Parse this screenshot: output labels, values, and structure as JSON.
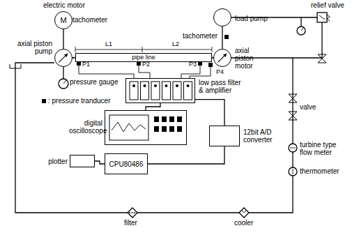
{
  "diagram": {
    "nodes": [
      {
        "text": [
          "electric motor",
          "M"
        ]
      },
      {
        "text": [
          "load pump"
        ]
      },
      {
        "text": [
          "axial piston pump"
        ]
      },
      {
        "text": [
          "pipe line"
        ]
      },
      {
        "text": [
          "axial piston motor"
        ]
      },
      {
        "text": [
          "low pass filter & amplifier"
        ]
      },
      {
        "text": [
          "digital oscilloscope"
        ]
      },
      {
        "text": [
          "plotter"
        ]
      },
      {
        "text": [
          "CPU80486"
        ]
      },
      {
        "text": [
          "12bit A/D converter"
        ]
      }
    ],
    "edges": [
      {
        "from": 0,
        "to": 2,
        "arrow": "none"
      },
      {
        "from": 2,
        "to": 3,
        "arrow": "none"
      },
      {
        "from": 3,
        "to": 4,
        "arrow": "none"
      },
      {
        "from": 4,
        "to": 1,
        "arrow": "none"
      },
      {
        "from": 5,
        "to": 6,
        "arrow": "none"
      },
      {
        "from": 5,
        "to": 9,
        "arrow": "none"
      },
      {
        "from": 9,
        "to": 8,
        "arrow": "none"
      },
      {
        "from": 8,
        "to": 7,
        "arrow": "none"
      }
    ],
    "labels": [
      "tachometer",
      "tachometer",
      "L1",
      "L2",
      "P1",
      "P2",
      "P3",
      "P4",
      "pressure gauge",
      "relief valve",
      "valve",
      "turbine type flow meter",
      "thermometer",
      "filter",
      "cooler"
    ],
    "legend": [
      {
        "text": ": pressure tranducer"
      }
    ]
  }
}
